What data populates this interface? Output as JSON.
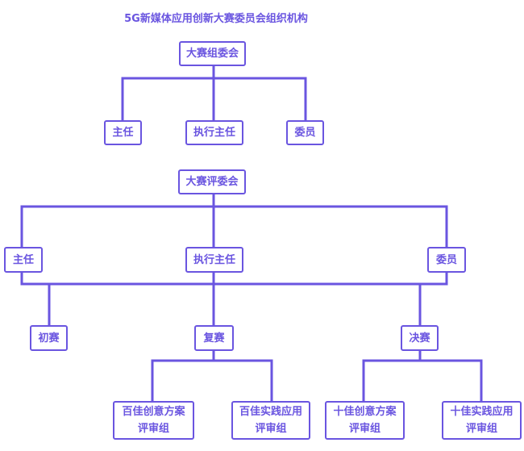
{
  "title": "5G新媒体应用创新大赛委员会组织机构",
  "accent_color": "#6a55e0",
  "organizing_committee": {
    "label": "大赛组委会",
    "children": [
      "主任",
      "执行主任",
      "委员"
    ]
  },
  "judging_committee": {
    "label": "大赛评委会",
    "members": [
      "主任",
      "执行主任",
      "委员"
    ],
    "rounds": [
      "初赛",
      "复赛",
      "决赛"
    ],
    "semifinal_groups": [
      {
        "line1": "百佳创意方案",
        "line2": "评审组"
      },
      {
        "line1": "百佳实践应用",
        "line2": "评审组"
      }
    ],
    "final_groups": [
      {
        "line1": "十佳创意方案",
        "line2": "评审组"
      },
      {
        "line1": "十佳实践应用",
        "line2": "评审组"
      }
    ]
  }
}
